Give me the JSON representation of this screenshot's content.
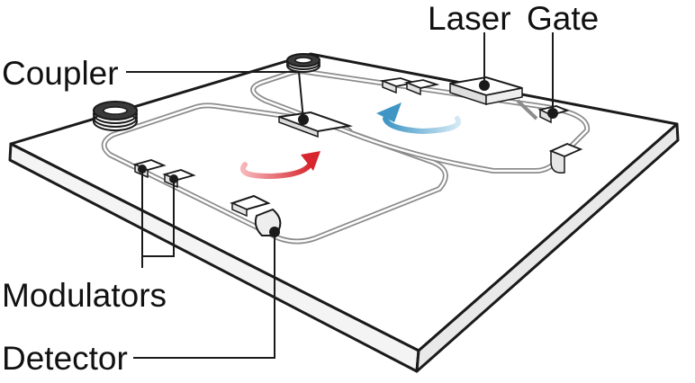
{
  "labels": {
    "laser": "Laser",
    "gate": "Gate",
    "coupler": "Coupler",
    "modulators": "Modulators",
    "detector": "Detector"
  },
  "colors": {
    "clockwise_arrow": "#d7262e",
    "counterclockwise_arrow": "#3f96c4",
    "chip_fill": "#ffffff",
    "chip_edge": "#1a1a1a",
    "waveguide": "#8c8c8c"
  }
}
